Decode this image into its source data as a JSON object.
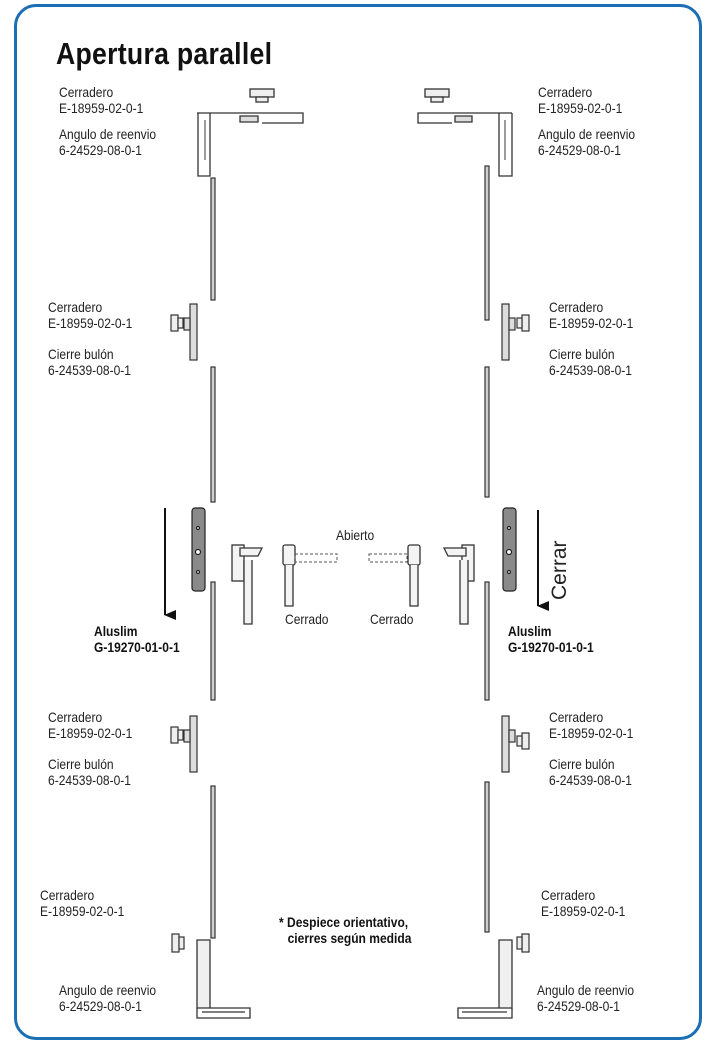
{
  "title": "Apertura parallel",
  "left": {
    "top_cerradero": {
      "name": "Cerradero",
      "code": "E-18959-02-0-1"
    },
    "top_angulo": {
      "name": "Angulo de reenvio",
      "code": "6-24529-08-0-1"
    },
    "mid1_cerradero": {
      "name": "Cerradero",
      "code": "E-18959-02-0-1"
    },
    "mid1_cierre": {
      "name": "Cierre bulón",
      "code": "6-24539-08-0-1"
    },
    "handle": {
      "name": "Aluslim",
      "code": "G-19270-01-0-1"
    },
    "mid2_cerradero": {
      "name": "Cerradero",
      "code": "E-18959-02-0-1"
    },
    "mid2_cierre": {
      "name": "Cierre bulón",
      "code": "6-24539-08-0-1"
    },
    "bot_cerradero": {
      "name": "Cerradero",
      "code": "E-18959-02-0-1"
    },
    "bot_angulo": {
      "name": "Angulo de reenvio",
      "code": "6-24529-08-0-1"
    }
  },
  "right": {
    "top_cerradero": {
      "name": "Cerradero",
      "code": "E-18959-02-0-1"
    },
    "top_angulo": {
      "name": "Angulo de reenvio",
      "code": "6-24529-08-0-1"
    },
    "mid1_cerradero": {
      "name": "Cerradero",
      "code": "E-18959-02-0-1"
    },
    "mid1_cierre": {
      "name": "Cierre bulón",
      "code": "6-24539-08-0-1"
    },
    "handle": {
      "name": "Aluslim",
      "code": "G-19270-01-0-1"
    },
    "mid2_cerradero": {
      "name": "Cerradero",
      "code": "E-18959-02-0-1"
    },
    "mid2_cierre": {
      "name": "Cierre bulón",
      "code": "6-24539-08-0-1"
    },
    "bot_cerradero": {
      "name": "Cerradero",
      "code": "E-18959-02-0-1"
    },
    "bot_angulo": {
      "name": "Angulo de reenvio",
      "code": "6-24529-08-0-1"
    }
  },
  "center": {
    "abierto": "Abierto",
    "cerrado_left": "Cerrado",
    "cerrado_right": "Cerrado",
    "cerrar": "Cerrar",
    "note_line1": "* Despiece orientativo,",
    "note_line2": "cierres según medida"
  },
  "colors": {
    "frame": "#1a6fb5",
    "parts": "#333333",
    "bar": "#555555"
  }
}
